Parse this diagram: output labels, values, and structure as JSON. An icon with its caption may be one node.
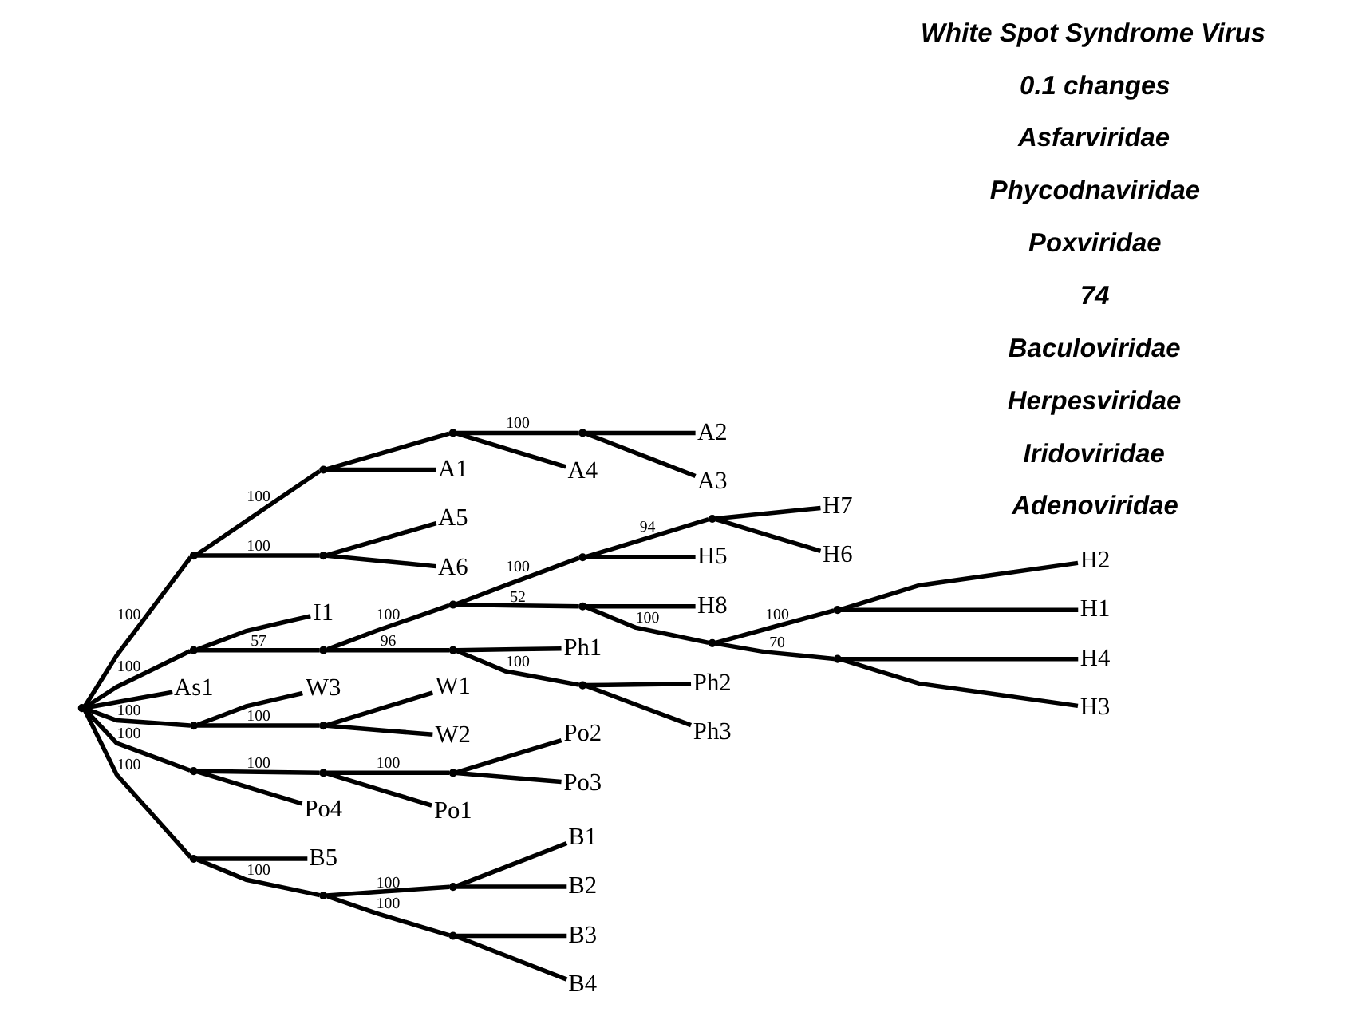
{
  "diagram": {
    "nodes": [
      {
        "text": [],
        "shape": "point"
      },
      {
        "text": [],
        "shape": "point"
      },
      {
        "text": [],
        "shape": "point"
      },
      {
        "text": [],
        "shape": "point"
      },
      {
        "text": [],
        "shape": "point"
      },
      {
        "text": [],
        "shape": "point"
      },
      {
        "text": [
          "A1"
        ]
      },
      {
        "text": [
          "A2"
        ]
      },
      {
        "text": [
          "A3"
        ]
      },
      {
        "text": [
          "A4"
        ]
      },
      {
        "text": [
          "A5"
        ]
      },
      {
        "text": [
          "A6"
        ]
      },
      {
        "text": [],
        "shape": "point"
      },
      {
        "text": [
          "I1"
        ]
      },
      {
        "text": [],
        "shape": "point"
      },
      {
        "text": [],
        "shape": "point"
      },
      {
        "text": [],
        "shape": "point"
      },
      {
        "text": [],
        "shape": "point"
      },
      {
        "text": [
          "H7"
        ]
      },
      {
        "text": [
          "H6"
        ]
      },
      {
        "text": [
          "H5"
        ]
      },
      {
        "text": [],
        "shape": "point"
      },
      {
        "text": [
          "H8"
        ]
      },
      {
        "text": [],
        "shape": "point"
      },
      {
        "text": [],
        "shape": "point"
      },
      {
        "text": [
          "H2"
        ]
      },
      {
        "text": [
          "H1"
        ]
      },
      {
        "text": [],
        "shape": "point"
      },
      {
        "text": [
          "H4"
        ]
      },
      {
        "text": [
          "H3"
        ]
      },
      {
        "text": [],
        "shape": "point"
      },
      {
        "text": [
          "Ph1"
        ]
      },
      {
        "text": [],
        "shape": "point"
      },
      {
        "text": [
          "Ph2"
        ]
      },
      {
        "text": [
          "Ph3"
        ]
      },
      {
        "text": [
          "As1"
        ]
      },
      {
        "text": [],
        "shape": "point"
      },
      {
        "text": [
          "W3"
        ]
      },
      {
        "text": [],
        "shape": "point"
      },
      {
        "text": [
          "W1"
        ]
      },
      {
        "text": [
          "W2"
        ]
      },
      {
        "text": [],
        "shape": "point"
      },
      {
        "text": [],
        "shape": "point"
      },
      {
        "text": [],
        "shape": "point"
      },
      {
        "text": [
          "Po1"
        ]
      },
      {
        "text": [
          "Po2"
        ]
      },
      {
        "text": [
          "Po3"
        ]
      },
      {
        "text": [
          "Po4"
        ]
      },
      {
        "text": [],
        "shape": "point"
      },
      {
        "text": [
          "B5"
        ]
      },
      {
        "text": [],
        "shape": "point"
      },
      {
        "text": [],
        "shape": "point"
      },
      {
        "text": [
          "B1"
        ]
      },
      {
        "text": [
          "B2"
        ]
      },
      {
        "text": [],
        "shape": "point"
      },
      {
        "text": [
          "B3"
        ]
      },
      {
        "text": [
          "B4"
        ]
      }
    ],
    "edges": [
      {
        "from": 0,
        "to": 1,
        "arrow": "none",
        "label": "100"
      },
      {
        "from": 1,
        "to": 2,
        "arrow": "none",
        "label": "100"
      },
      {
        "from": 2,
        "to": 6,
        "arrow": "none"
      },
      {
        "from": 2,
        "to": 3,
        "arrow": "none"
      },
      {
        "from": 3,
        "to": 9,
        "arrow": "none"
      },
      {
        "from": 3,
        "to": 4,
        "arrow": "none",
        "label": "100"
      },
      {
        "from": 4,
        "to": 7,
        "arrow": "none"
      },
      {
        "from": 4,
        "to": 8,
        "arrow": "none"
      },
      {
        "from": 1,
        "to": 5,
        "arrow": "none",
        "label": "100"
      },
      {
        "from": 5,
        "to": 10,
        "arrow": "none"
      },
      {
        "from": 5,
        "to": 11,
        "arrow": "none"
      },
      {
        "from": 0,
        "to": 12,
        "arrow": "none",
        "label": "100"
      },
      {
        "from": 12,
        "to": 13,
        "arrow": "none"
      },
      {
        "from": 12,
        "to": 14,
        "arrow": "none",
        "label": "57"
      },
      {
        "from": 14,
        "to": 15,
        "arrow": "none",
        "label": "100"
      },
      {
        "from": 15,
        "to": 16,
        "arrow": "none",
        "label": "100"
      },
      {
        "from": 16,
        "to": 20,
        "arrow": "none"
      },
      {
        "from": 16,
        "to": 17,
        "arrow": "none",
        "label": "94"
      },
      {
        "from": 17,
        "to": 18,
        "arrow": "none"
      },
      {
        "from": 17,
        "to": 19,
        "arrow": "none"
      },
      {
        "from": 15,
        "to": 21,
        "arrow": "none",
        "label": "52"
      },
      {
        "from": 21,
        "to": 22,
        "arrow": "none"
      },
      {
        "from": 21,
        "to": 23,
        "arrow": "none",
        "label": "100"
      },
      {
        "from": 23,
        "to": 24,
        "arrow": "none",
        "label": "100"
      },
      {
        "from": 24,
        "to": 25,
        "arrow": "none"
      },
      {
        "from": 24,
        "to": 26,
        "arrow": "none"
      },
      {
        "from": 23,
        "to": 27,
        "arrow": "none",
        "label": "70"
      },
      {
        "from": 27,
        "to": 28,
        "arrow": "none"
      },
      {
        "from": 27,
        "to": 29,
        "arrow": "none"
      },
      {
        "from": 14,
        "to": 30,
        "arrow": "none",
        "label": "96"
      },
      {
        "from": 30,
        "to": 31,
        "arrow": "none"
      },
      {
        "from": 30,
        "to": 32,
        "arrow": "none",
        "label": "100"
      },
      {
        "from": 32,
        "to": 33,
        "arrow": "none"
      },
      {
        "from": 32,
        "to": 34,
        "arrow": "none"
      },
      {
        "from": 0,
        "to": 35,
        "arrow": "none"
      },
      {
        "from": 0,
        "to": 36,
        "arrow": "none",
        "label": "100"
      },
      {
        "from": 36,
        "to": 37,
        "arrow": "none"
      },
      {
        "from": 36,
        "to": 38,
        "arrow": "none",
        "label": "100"
      },
      {
        "from": 38,
        "to": 39,
        "arrow": "none"
      },
      {
        "from": 38,
        "to": 40,
        "arrow": "none"
      },
      {
        "from": 0,
        "to": 41,
        "arrow": "none",
        "label": "100"
      },
      {
        "from": 41,
        "to": 47,
        "arrow": "none"
      },
      {
        "from": 41,
        "to": 42,
        "arrow": "none",
        "label": "100"
      },
      {
        "from": 42,
        "to": 44,
        "arrow": "none"
      },
      {
        "from": 42,
        "to": 43,
        "arrow": "none",
        "label": "100"
      },
      {
        "from": 43,
        "to": 45,
        "arrow": "none"
      },
      {
        "from": 43,
        "to": 46,
        "arrow": "none"
      },
      {
        "from": 0,
        "to": 48,
        "arrow": "none",
        "label": "100"
      },
      {
        "from": 48,
        "to": 49,
        "arrow": "none"
      },
      {
        "from": 48,
        "to": 50,
        "arrow": "none",
        "label": "100"
      },
      {
        "from": 50,
        "to": 51,
        "arrow": "none",
        "label": "100"
      },
      {
        "from": 51,
        "to": 52,
        "arrow": "none"
      },
      {
        "from": 51,
        "to": 53,
        "arrow": "none"
      },
      {
        "from": 50,
        "to": 54,
        "arrow": "none",
        "label": "100"
      },
      {
        "from": 54,
        "to": 55,
        "arrow": "none"
      },
      {
        "from": 54,
        "to": 56,
        "arrow": "none"
      }
    ],
    "labels": [
      "Adenoviridae",
      "Iridoviridae",
      "Herpesviridae",
      "Baculoviridae",
      "74",
      "Poxviridae",
      "Phycodnaviridae",
      "Asfarviridae",
      "0.1 changes",
      "White Spot Syndrome Virus"
    ]
  }
}
